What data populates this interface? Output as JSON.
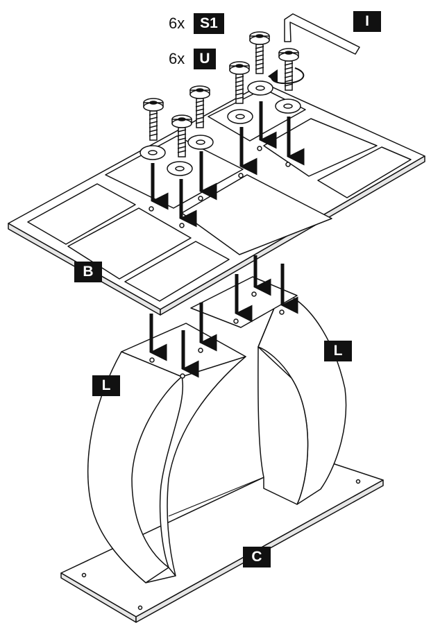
{
  "hardware": {
    "screws": {
      "qty": "6x",
      "code": "S1"
    },
    "washers": {
      "qty": "6x",
      "code": "U"
    }
  },
  "tool": {
    "code": "I",
    "icon": "allen-key-icon"
  },
  "parts": {
    "tabletop": "B",
    "leg_left": "L",
    "leg_right": "L",
    "base": "C"
  },
  "colors": {
    "ink": "#111111",
    "badge_text": "#ffffff",
    "panel_edge": "#e6e6e6"
  }
}
